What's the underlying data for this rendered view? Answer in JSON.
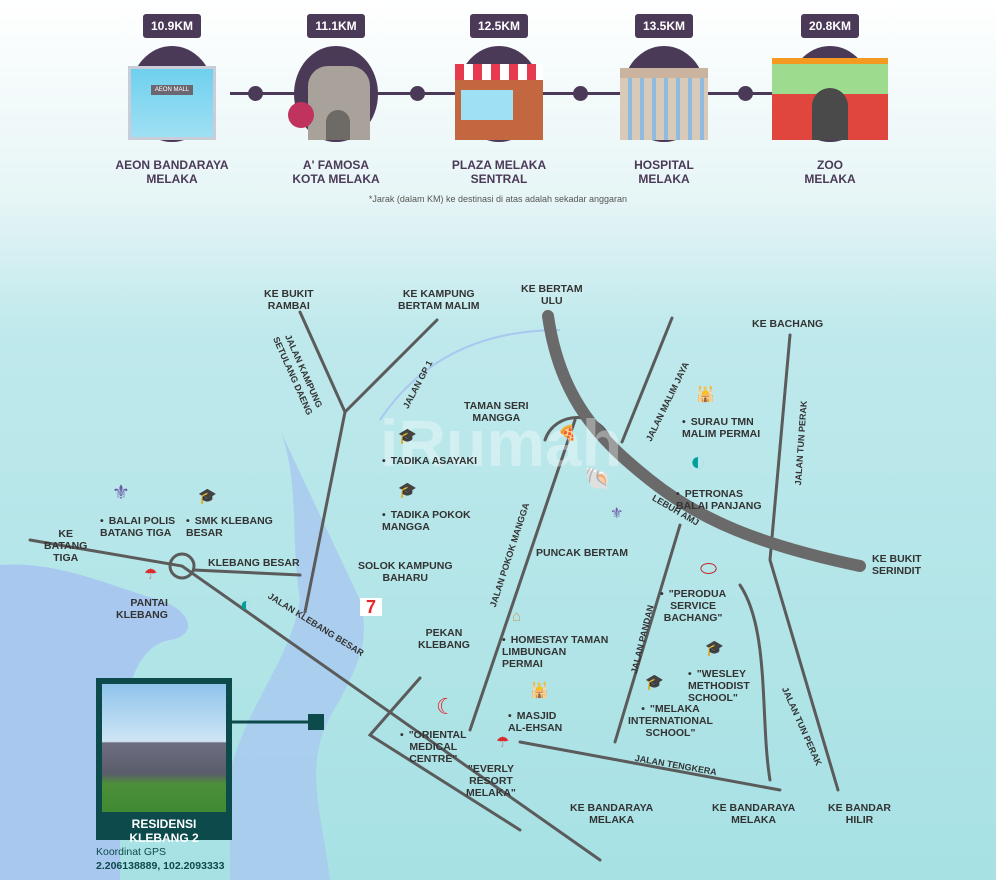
{
  "destinations": [
    {
      "distance": "10.9KM",
      "line1": "AEON BANDARAYA",
      "line2": "MELAKA",
      "sign": "AEON MALL"
    },
    {
      "distance": "11.1KM",
      "line1": "A' FAMOSA",
      "line2": "KOTA MELAKA"
    },
    {
      "distance": "12.5KM",
      "line1": "PLAZA MELAKA",
      "line2": "SENTRAL"
    },
    {
      "distance": "13.5KM",
      "line1": "HOSPITAL",
      "line2": "MELAKA"
    },
    {
      "distance": "20.8KM",
      "line1": "ZOO",
      "line2": "MELAKA"
    }
  ],
  "footnote": "*Jarak (dalam KM) ke destinasi di atas adalah sekadar anggaran",
  "watermark": "iRumah",
  "directions": {
    "bukit_rambai": "KE BUKIT\nRAMBAI",
    "kampung_bertam": "KE KAMPUNG\nBERTAM MALIM",
    "bertam_ulu": "KE BERTAM\nULU",
    "bachang": "KE BACHANG",
    "batang_tiga": "KE\nBATANG\nTIGA",
    "bukit_serindit": "KE BUKIT\nSERINDIT",
    "bandaraya1": "KE BANDARAYA\nMELAKA",
    "bandaraya2": "KE BANDARAYA\nMELAKA",
    "bandar_hilir": "KE BANDAR\nHILIR"
  },
  "roads": {
    "setulang": "JALAN KAMPUNG\nSETULANG DAENG",
    "gp1": "JALAN GP 1",
    "malim_jaya": "JALAN MALIM JAYA",
    "tun_perak1": "JALAN TUN PERAK",
    "lebuh_amj": "LEBUH AMJ",
    "pokok_mangga": "JALAN POKOK MANGGA",
    "klebang_besar_road": "JALAN KLEBANG BESAR",
    "pandan": "JALAN PANDAN",
    "tun_perak2": "JALAN TUN PERAK",
    "tengkera": "JALAN TENGKERA"
  },
  "areas": {
    "taman_seri_mangga": "TAMAN SERI\nMANGGA",
    "klebang_besar": "KLEBANG BESAR",
    "solok": "SOLOK KAMPUNG\nBAHARU",
    "puncak_bertam": "PUNCAK BERTAM",
    "pekan_klebang": "PEKAN\nKLEBANG"
  },
  "pois": {
    "surau": "SURAU TMN\nMALIM PERMAI",
    "tadika_asayaki": "TADIKA ASAYAKI",
    "tadika_pokok": "TADIKA POKOK\nMANGGA",
    "petronas": "PETRONAS\nBALAI PANJANG",
    "balai_polis": "BALAI POLIS\nBATANG TIGA",
    "smk": "SMK KLEBANG\nBESAR",
    "pantai": "PANTAI\nKLEBANG",
    "perodua": "\"PERODUA\nSERVICE\nBACHANG\"",
    "homestay": "HOMESTAY TAMAN\nLIMBUNGAN\nPERMAI",
    "wesley": "\"WESLEY\nMETHODIST\nSCHOOL\"",
    "masjid": "MASJID\nAL-EHSAN",
    "melaka_intl": "\"MELAKA\nINTERNATIONAL\nSCHOOL\"",
    "oriental": "\"ORIENTAL\nMEDICAL\nCENTRE\"",
    "everly": "\"EVERLY\nRESORT\nMELAKA\""
  },
  "property": {
    "name": "RESIDENSI KLEBANG 2",
    "gps_label": "Koordinat GPS",
    "gps": "2.206138889, 102.2093333"
  },
  "colors": {
    "purple": "#4b3a57",
    "road": "#5b5b5b",
    "water": "#a9c8ef",
    "teal": "#0d4a4c"
  }
}
